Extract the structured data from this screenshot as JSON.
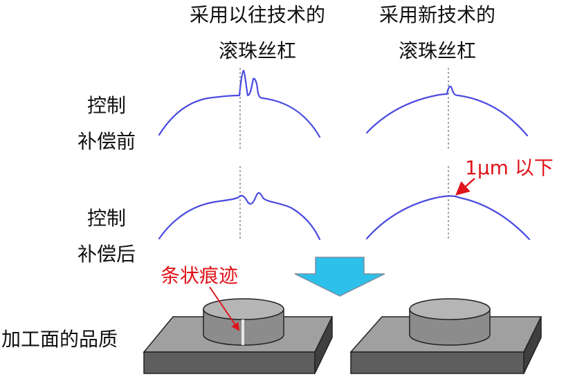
{
  "columns": [
    {
      "line1": "采用以往技术的",
      "line2": "滚珠丝杠"
    },
    {
      "line1": "采用新技术的",
      "line2": "滚珠丝杠"
    }
  ],
  "rows": [
    {
      "line1": "控制",
      "line2": "补偿前"
    },
    {
      "line1": "控制",
      "line2": "补偿后"
    }
  ],
  "quality_label": "加工面的品质",
  "annotations": {
    "tolerance": "1μm 以下",
    "streak": "条状痕迹"
  },
  "colors": {
    "curve": "#4a4ae0",
    "red": "#e0141b",
    "arrow": "#2cc0ea",
    "block_top": "#9e9e9e",
    "block_front": "#5f5f5f",
    "cylinder": "#8c8c8c"
  }
}
